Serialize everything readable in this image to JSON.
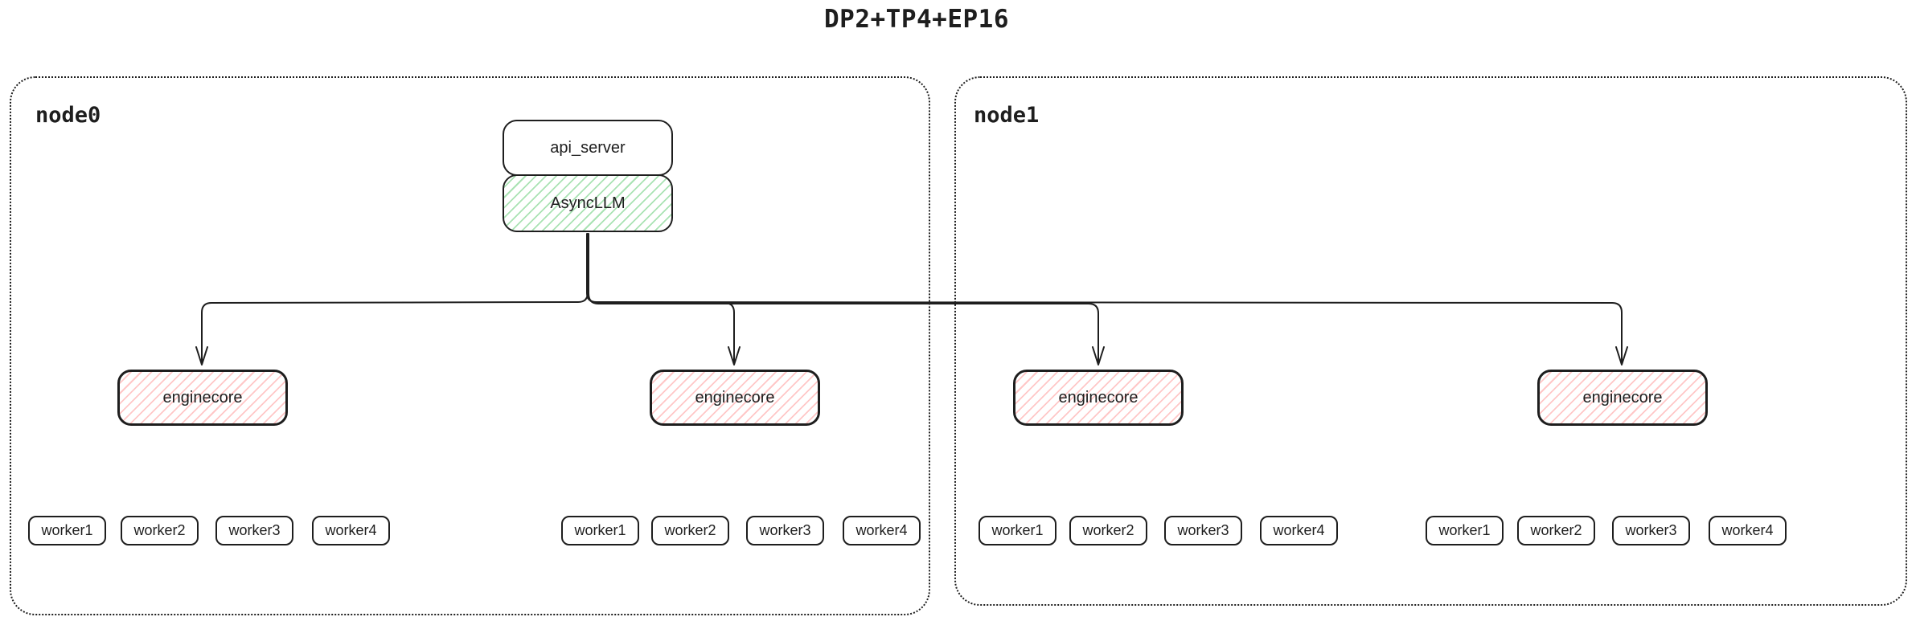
{
  "title": "DP2+TP4+EP16",
  "colors": {
    "stroke": "#1e1e1e",
    "async_llm_hatch": "#40c057",
    "enginecore_hatch": "#ff6b6b",
    "background": "#ffffff"
  },
  "diagram": {
    "api_server_label": "api_server",
    "async_llm_label": "AsyncLLM",
    "enginecore_label": "enginecore",
    "worker_labels": [
      "worker1",
      "worker2",
      "worker3",
      "worker4"
    ],
    "nodes": [
      {
        "label": "node0",
        "enginecores": 2,
        "workers_per_enginecore": 4
      },
      {
        "label": "node1",
        "enginecores": 2,
        "workers_per_enginecore": 4
      }
    ]
  }
}
